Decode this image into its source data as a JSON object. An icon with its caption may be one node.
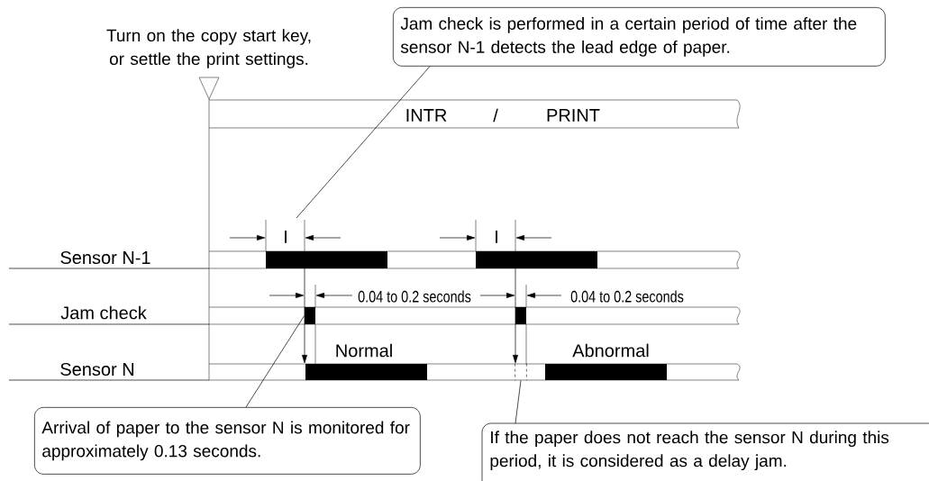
{
  "diagram": {
    "nodes": [
      {
        "text": [
          "Jam check is performed in a certain period of time after the sensor N-1 detects the lead edge of paper."
        ]
      },
      {
        "text": [
          "Arrival of paper to the sensor N is monitored for approximately 0.13 seconds."
        ]
      },
      {
        "text": [
          "If the paper does not reach the sensor N during this period, it is considered as a delay jam."
        ]
      },
      {
        "text": [],
        "shape": "bar"
      },
      {
        "text": [],
        "shape": "box"
      }
    ],
    "edges": [
      {
        "from": 0,
        "to": null,
        "arrow": "none"
      },
      {
        "from": 1,
        "to": 3,
        "arrow": "none"
      },
      {
        "from": 2,
        "to": 4,
        "arrow": "none"
      }
    ],
    "labels": [
      "Turn on the copy start key, or settle the print settings.",
      "INTR",
      "/",
      "PRINT",
      "I",
      "I",
      "Sensor N-1",
      "0.04 to 0.2 seconds",
      "0.04 to 0.2 seconds",
      "Jam check",
      "Normal",
      "Abnormal",
      "Sensor N"
    ]
  }
}
